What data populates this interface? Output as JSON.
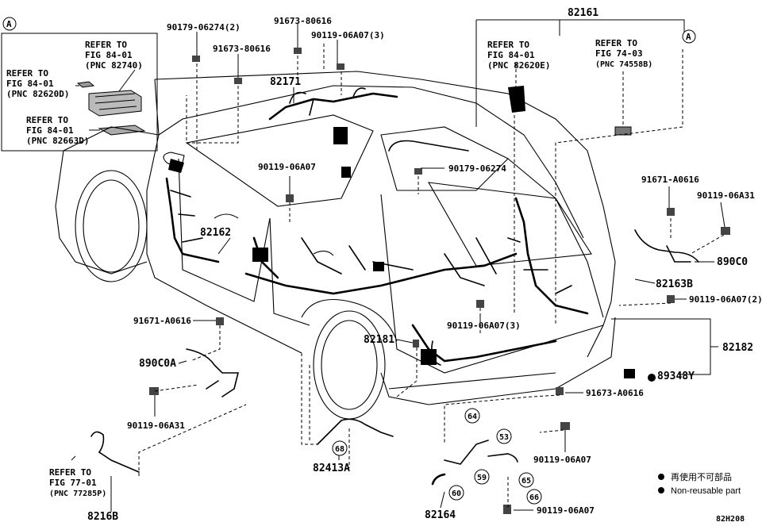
{
  "diagram": {
    "sheet_code": "82H208",
    "callouts": [
      {
        "id": "c-82161",
        "text": "82161"
      },
      {
        "id": "c-91673-80616-a",
        "text": "91673-80616"
      },
      {
        "id": "c-90179-06274-2",
        "text": "90179-06274(2)"
      },
      {
        "id": "c-91673-80616-b",
        "text": "91673-80616"
      },
      {
        "id": "c-90119-06a07-3-a",
        "text": "90119-06A07(3)"
      },
      {
        "id": "c-82171",
        "text": "82171"
      },
      {
        "id": "c-90119-06a07-a",
        "text": "90119-06A07"
      },
      {
        "id": "c-90179-06274",
        "text": "90179-06274"
      },
      {
        "id": "c-82162",
        "text": "82162"
      },
      {
        "id": "c-91671-a0616-a",
        "text": "91671-A0616"
      },
      {
        "id": "c-90119-06a31-a",
        "text": "90119-06A31"
      },
      {
        "id": "c-890c0",
        "text": "890C0"
      },
      {
        "id": "c-82163b",
        "text": "82163B"
      },
      {
        "id": "c-90119-06a07-2",
        "text": "90119-06A07(2)"
      },
      {
        "id": "c-90119-06a07-3-b",
        "text": "90119-06A07(3)"
      },
      {
        "id": "c-82181",
        "text": "82181"
      },
      {
        "id": "c-82182",
        "text": "82182"
      },
      {
        "id": "c-91671-a0616-b",
        "text": "91671-A0616"
      },
      {
        "id": "c-890c0a",
        "text": "890C0A"
      },
      {
        "id": "c-89348y",
        "text": "89348Y"
      },
      {
        "id": "c-91673-a0616",
        "text": "91673-A0616"
      },
      {
        "id": "c-90119-06a31-b",
        "text": "90119-06A31"
      },
      {
        "id": "c-90119-06a07-b",
        "text": "90119-06A07"
      },
      {
        "id": "c-82413a",
        "text": "82413A"
      },
      {
        "id": "c-82164",
        "text": "82164"
      },
      {
        "id": "c-90119-06a07-c",
        "text": "90119-06A07"
      },
      {
        "id": "c-8216b",
        "text": "8216B"
      }
    ],
    "refer_blocks": [
      {
        "id": "r1",
        "lines": [
          "REFER TO",
          "FIG 84-01",
          "(PNC 82740)"
        ]
      },
      {
        "id": "r2",
        "lines": [
          "REFER TO",
          "FIG 84-01",
          "(PNC 82620D)"
        ]
      },
      {
        "id": "r3",
        "lines": [
          "REFER TO",
          "FIG 84-01",
          "(PNC 82663D)"
        ]
      },
      {
        "id": "r4",
        "lines": [
          "REFER TO",
          "FIG 84-01",
          "(PNC 82620E)"
        ]
      },
      {
        "id": "r5",
        "lines": [
          "REFER TO",
          "FIG 74-03",
          "(PNC 74558B)"
        ]
      },
      {
        "id": "r6",
        "lines": [
          "REFER TO",
          "FIG 77-01",
          "(PNC 77285P)"
        ]
      }
    ],
    "circled_numbers": [
      "64",
      "53",
      "59",
      "65",
      "66",
      "60",
      "68"
    ],
    "view_marker": "A",
    "legend": {
      "line_1": "再使用不可部品",
      "line_2": "Non-reusable part"
    }
  }
}
